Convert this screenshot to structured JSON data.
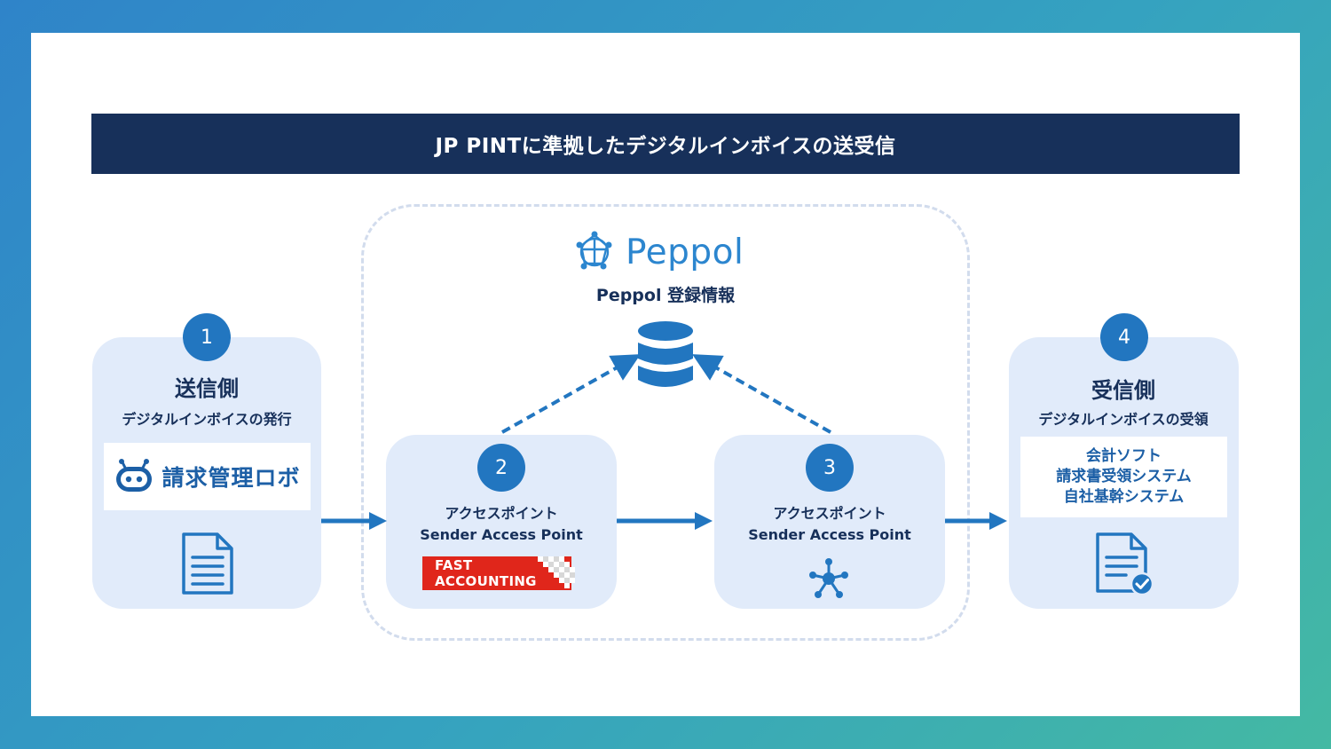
{
  "title": "JP PINTに準拠したデジタルインボイスの送受信",
  "peppol": {
    "logo_text": "Peppol",
    "registry_label": "Peppol 登録情報"
  },
  "sender": {
    "step": "1",
    "title": "送信側",
    "subtitle": "デジタルインボイスの発行",
    "product_name": "請求管理ロボ"
  },
  "access_point_1": {
    "step": "2",
    "label_jp": "アクセスポイント",
    "label_en": "Sender Access Point",
    "vendor_logo_text": "FAST ACCOUNTING"
  },
  "access_point_2": {
    "step": "3",
    "label_jp": "アクセスポイント",
    "label_en": "Sender Access Point"
  },
  "receiver": {
    "step": "4",
    "title": "受信側",
    "subtitle": "デジタルインボイスの受領",
    "systems": [
      "会計ソフト",
      "請求書受領システム",
      "自社基幹システム"
    ]
  },
  "icons": {
    "database": "database-icon",
    "sender_document": "document-icon",
    "receiver_document": "document-check-icon",
    "network": "network-hub-icon",
    "peppol_logo": "peppol-globe-icon"
  },
  "colors": {
    "title_bar": "#17305a",
    "accent_blue": "#2276c0",
    "box_fill": "#e1ebfa",
    "vendor_red": "#e0261b"
  }
}
